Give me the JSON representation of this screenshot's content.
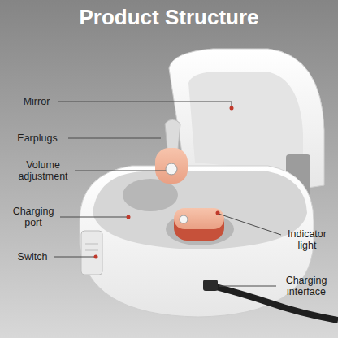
{
  "diagram": {
    "title": "Product Structure",
    "labels": [
      "Mirror",
      "Earplugs",
      "Volume adjustment",
      "Charging port",
      "Switch",
      "Indicator light",
      "Charging interface"
    ]
  }
}
